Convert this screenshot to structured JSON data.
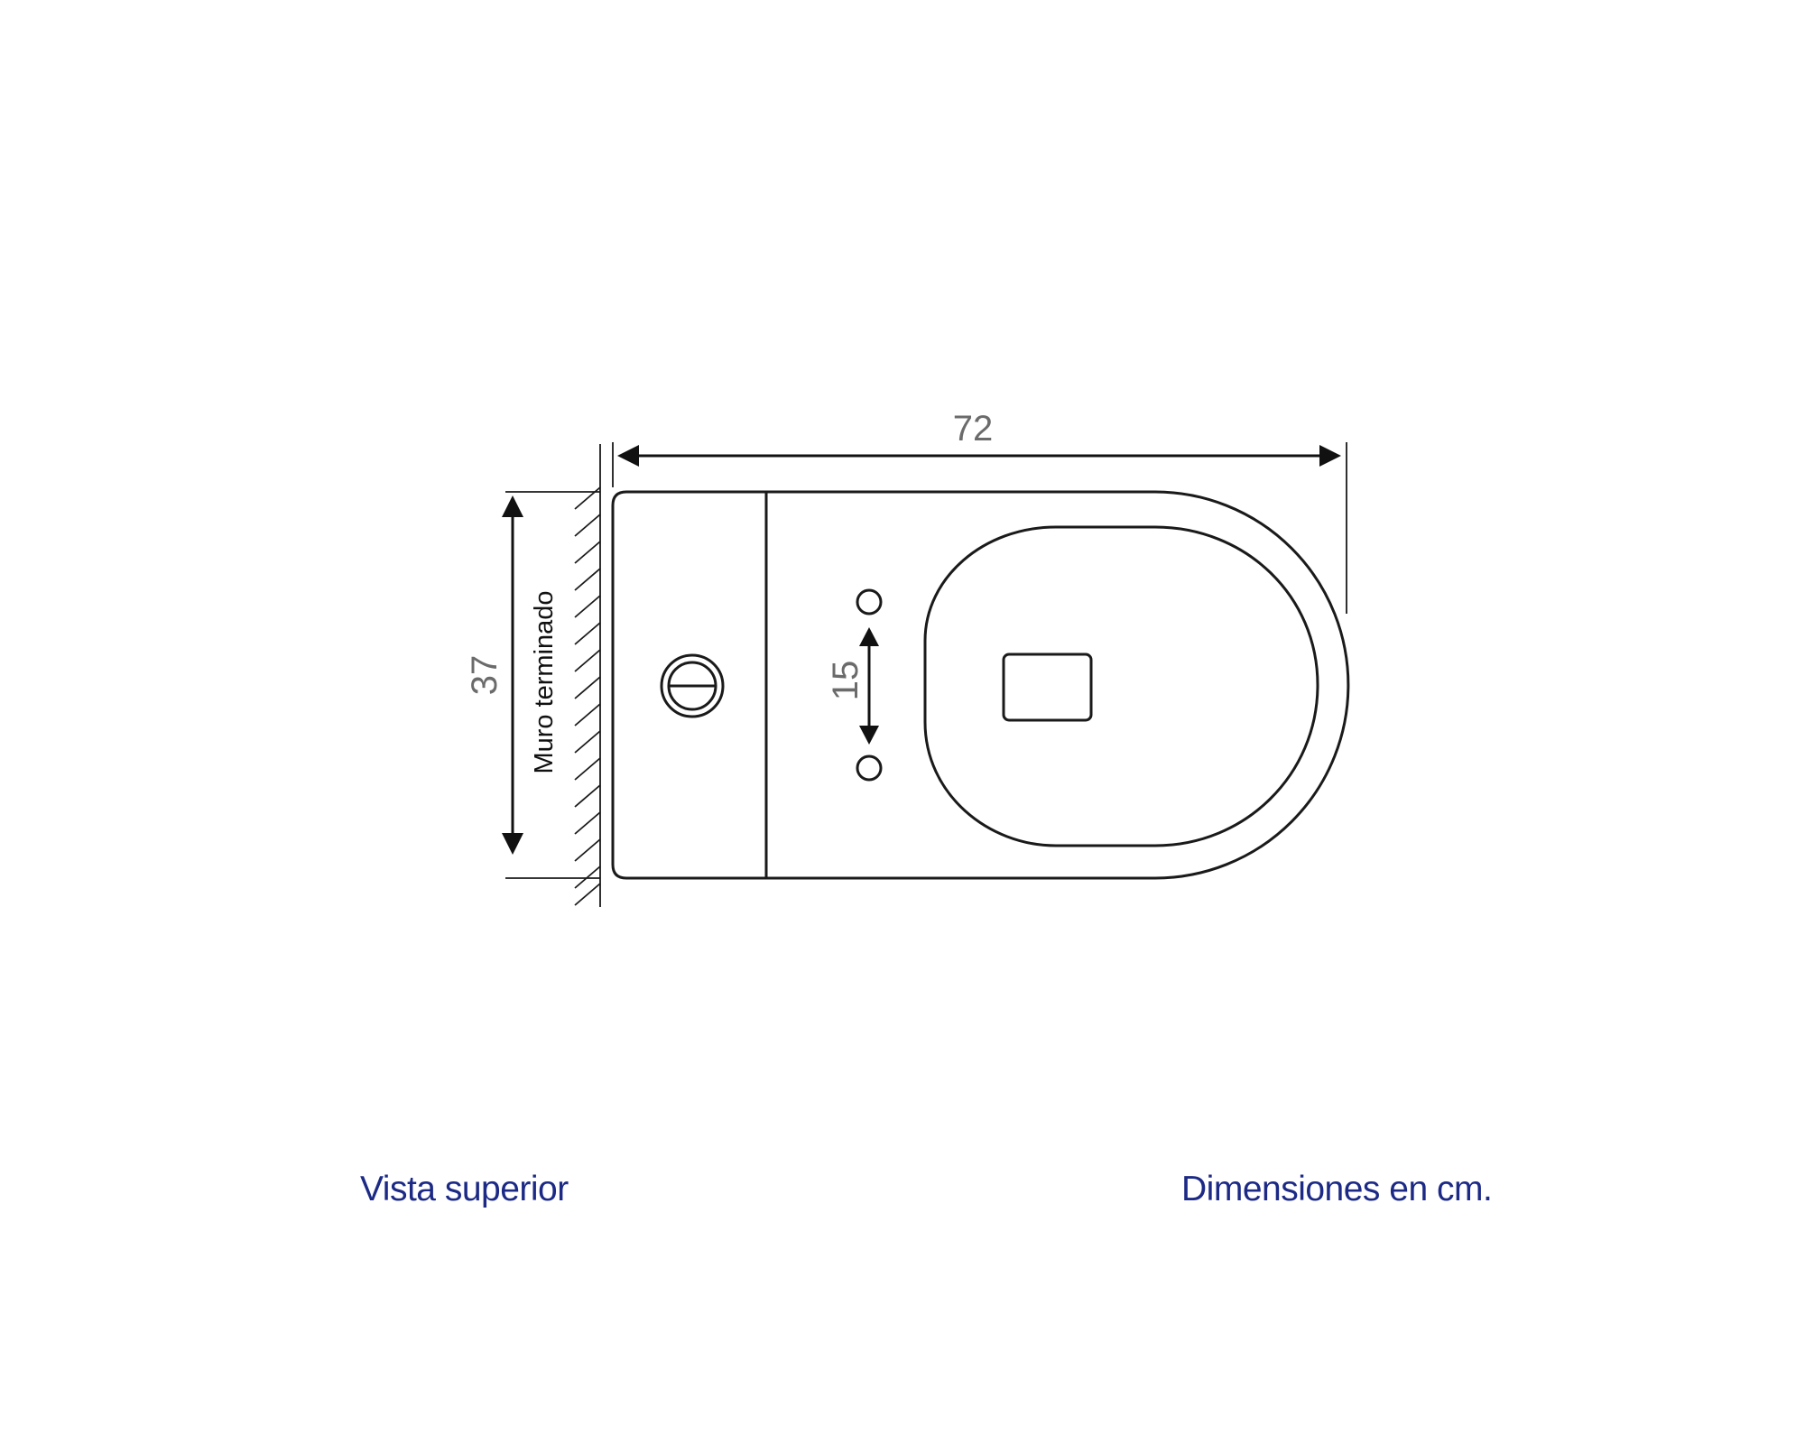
{
  "diagram": {
    "dimensions": {
      "length": "72",
      "width": "37",
      "bolt_spacing": "15"
    },
    "wall_label": "Muro terminado"
  },
  "captions": {
    "view": "Vista superior",
    "units": "Dimensiones en cm."
  },
  "colors": {
    "caption": "#1c2a86",
    "dimension_text": "#6b6b6b",
    "lines": "#1a1a1a"
  }
}
